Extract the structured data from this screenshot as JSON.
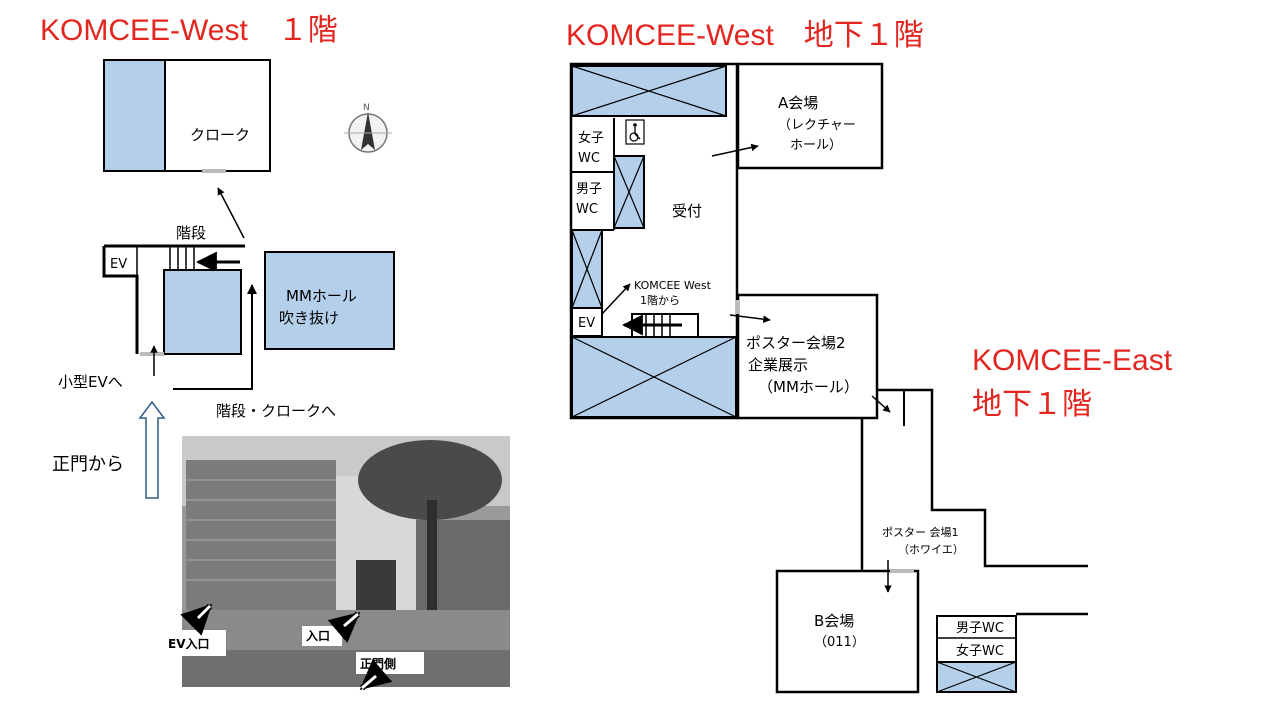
{
  "titles": {
    "west_1f": "KOMCEE-West　１階",
    "west_b1": "KOMCEE-West　地下１階",
    "east_b1_line1": "KOMCEE-East",
    "east_b1_line2": "地下１階"
  },
  "west_1f": {
    "cloak": "クローク",
    "stairs": "階段",
    "ev": "EV",
    "mm_hall_line1": "MMホール",
    "mm_hall_line2": "吹き抜け",
    "to_small_ev": "小型EVへ",
    "to_stairs_cloak": "階段・クロークへ",
    "from_main_gate": "正門から"
  },
  "photo": {
    "ev_entrance": "EV入口",
    "entrance": "入口",
    "main_gate_side": "正門側"
  },
  "west_b1": {
    "women_wc_line1": "女子",
    "women_wc_line2": "WC",
    "men_wc_line1": "男子",
    "men_wc_line2": "WC",
    "reception": "受付",
    "ev": "EV",
    "from_1f_line1": "KOMCEE West",
    "from_1f_line2": "1階から",
    "hall_a_line1": "A会場",
    "hall_a_line2": "（レクチャー",
    "hall_a_line3": "ホール）",
    "poster2_line1": "ポスター会場2",
    "poster2_line2": "企業展示",
    "poster2_line3": "（MMホール）"
  },
  "east_b1": {
    "poster1_line1": "ポスター 会場1",
    "poster1_line2": "（ホワイエ）",
    "hall_b_line1": "B会場",
    "hall_b_line2": "（011）",
    "men_wc": "男子WC",
    "women_wc": "女子WC"
  },
  "colors": {
    "room_blue": "#b4cfea",
    "title_red": "#e3261f",
    "line": "#000000"
  },
  "icons": [
    "compass-icon",
    "wheelchair-icon"
  ]
}
